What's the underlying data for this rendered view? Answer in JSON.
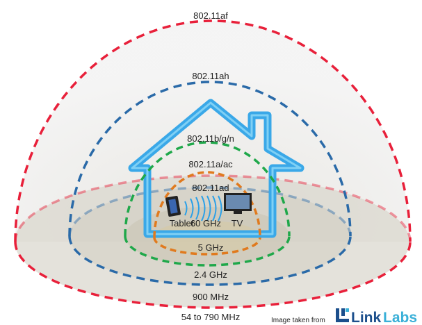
{
  "standards": {
    "af": {
      "label": "802.11af",
      "band": "54 to 790 MHz",
      "color": "#e8203a"
    },
    "ah": {
      "label": "802.11ah",
      "band": "900 MHz",
      "color": "#2a6aa8"
    },
    "bgn": {
      "label": "802.11b/g/n",
      "band": "2.4 GHz",
      "color": "#1fa84a"
    },
    "aac": {
      "label": "802.11a/ac",
      "band": "5 GHz",
      "color": "#e07a1e"
    },
    "ad": {
      "label": "802.11ad",
      "band": "60 GHz"
    }
  },
  "devices": {
    "tablet": "Tablet",
    "tv": "TV"
  },
  "credit": {
    "text": "Image taken from",
    "logo_link": "Link",
    "logo_labs": "Labs"
  },
  "colors": {
    "house": "#3aa8e8",
    "logo_dark": "#1c4f8c",
    "logo_light": "#3ab0d8"
  }
}
